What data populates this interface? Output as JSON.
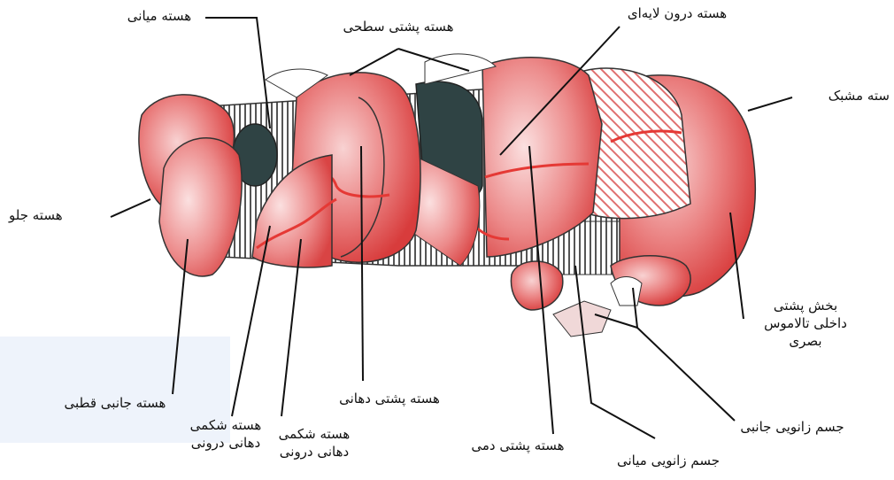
{
  "labels": {
    "medial_nucleus": "هسته میانی",
    "dorsal_superficial": "هسته پشتی سطحی",
    "intralaminar": "هسته درون لایه‌ای",
    "reticular": "سته مشبک",
    "anterior": "هسته جلو",
    "lateral_polar": "هسته جانبی قطبی",
    "vpm": [
      "هسته شکمی",
      "دهانی درونی"
    ],
    "vpm_2": [
      "هسته شکمی",
      "دهانی درونی"
    ],
    "dorsal_oral": "هسته پشتی دهانی",
    "dorsal_caudal": "هسته پشتی دمی",
    "medial_geniculate": "جسم زانویی میانی",
    "lateral_geniculate": "جسم زانویی جانبی",
    "pulvinar": [
      "بخش پشتی",
      "داخلی تالاموس",
      "بصری"
    ]
  },
  "colors": {
    "red": "#e05a5a",
    "pink": "#f6c6c6",
    "dark_nucleus": "#2f4344",
    "stripe": "#555555",
    "red_line": "#e53935"
  }
}
